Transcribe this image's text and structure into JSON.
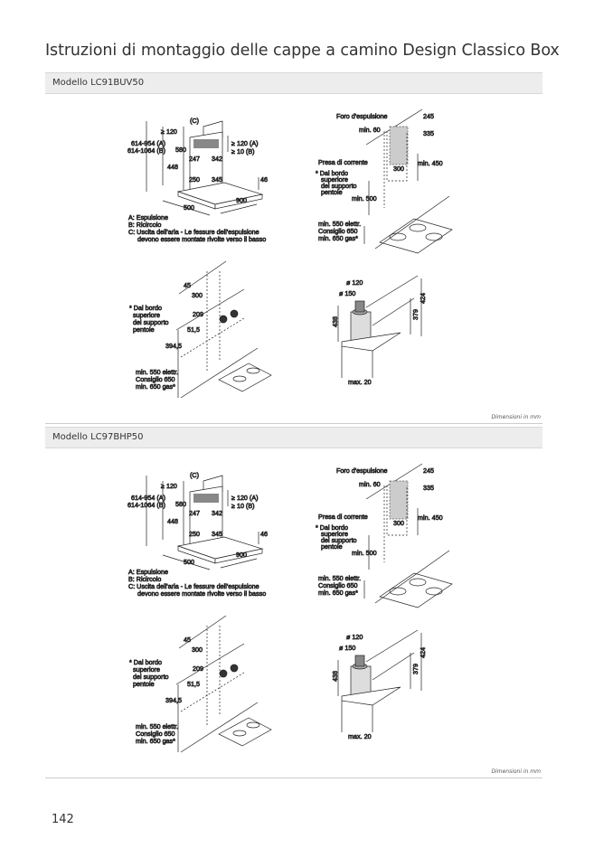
{
  "page": {
    "title": "Istruzioni di montaggio delle cappe a camino Design Classico Box",
    "page_number": "142"
  },
  "sections": [
    {
      "model": "Modello LC91BUV50",
      "dims_note": "Dimensioni in mm",
      "fig": {
        "a": {
          "c": "(C)",
          "ge120": "≥ 120",
          "h_a": "614-954 (A)",
          "h_b": "614-1064 (B)",
          "d580": "580",
          "ge120a": "≥ 120 (A)",
          "ge10b": "≥ 10 (B)",
          "d247": "247",
          "d342": "342",
          "d448": "448",
          "d250": "250",
          "d345": "345",
          "d46": "46",
          "d500": "500",
          "d900": "900",
          "legend_a": "A: Espulsione",
          "legend_b": "B: Ricircolo",
          "legend_c": "C: Uscita dell'aria - Le fessure dell'espulsione",
          "legend_c2": "devono essere montate rivolte verso il basso"
        },
        "b": {
          "foro": "Foro d'espulsione",
          "d245": "245",
          "d335": "335",
          "min60": "min. 60",
          "presa": "Presa di corrente",
          "note1": "* Dal bordo",
          "note2": "superiore",
          "note3": "del supporto",
          "note4": "pentole",
          "d300": "300",
          "min450": "min. 450",
          "min500": "min. 500",
          "min550": "min. 550 elettr.",
          "cons650": "Consiglio 650",
          "gas650": "min. 650 gas*"
        },
        "c": {
          "d45": "45",
          "d300": "300",
          "note1": "* Dal bordo",
          "note2": "superiore",
          "note3": "del supporto",
          "note4": "pentole",
          "d209": "209",
          "d515": "51,5",
          "d3945": "394,5",
          "min550": "min. 550 elettr.",
          "cons650": "Consiglio 650",
          "gas650": "min. 650 gas*"
        },
        "d": {
          "o120": "ø 120",
          "o150": "ø 150",
          "d438": "438",
          "d379": "379",
          "d424": "424",
          "max20": "max. 20"
        }
      }
    },
    {
      "model": "Modello LC97BHP50",
      "dims_note": "Dimensioni in mm",
      "fig": {
        "a": {
          "c": "(C)",
          "ge120": "≥ 120",
          "h_a": "614-954 (A)",
          "h_b": "614-1064 (B)",
          "d580": "580",
          "ge120a": "≥ 120 (A)",
          "ge10b": "≥ 10 (B)",
          "d247": "247",
          "d342": "342",
          "d448": "448",
          "d250": "250",
          "d345": "345",
          "d46": "46",
          "d500": "500",
          "d900": "900",
          "legend_a": "A: Espulsione",
          "legend_b": "B: Ricircolo",
          "legend_c": "C: Uscita dell'aria - Le fessure dell'espulsione",
          "legend_c2": "devono essere montate rivolte verso il basso"
        },
        "b": {
          "foro": "Foro d'espulsione",
          "d245": "245",
          "d335": "335",
          "min60": "min. 60",
          "presa": "Presa di corrente",
          "note1": "* Dal bordo",
          "note2": "superiore",
          "note3": "del supporto",
          "note4": "pentole",
          "d300": "300",
          "min450": "min. 450",
          "min500": "min. 500",
          "min550": "min. 550 elettr.",
          "cons650": "Consiglio 650",
          "gas650": "min. 650 gas*"
        },
        "c": {
          "d45": "45",
          "d300": "300",
          "note1": "* Dal bordo",
          "note2": "superiore",
          "note3": "del supporto",
          "note4": "pentole",
          "d209": "209",
          "d515": "51,5",
          "d3945": "394,5",
          "min550": "min. 550 elettr.",
          "cons650": "Consiglio 650",
          "gas650": "min. 650 gas*"
        },
        "d": {
          "o120": "ø 120",
          "o150": "ø 150",
          "d438": "438",
          "d379": "379",
          "d424": "424",
          "max20": "max. 20"
        }
      }
    }
  ]
}
